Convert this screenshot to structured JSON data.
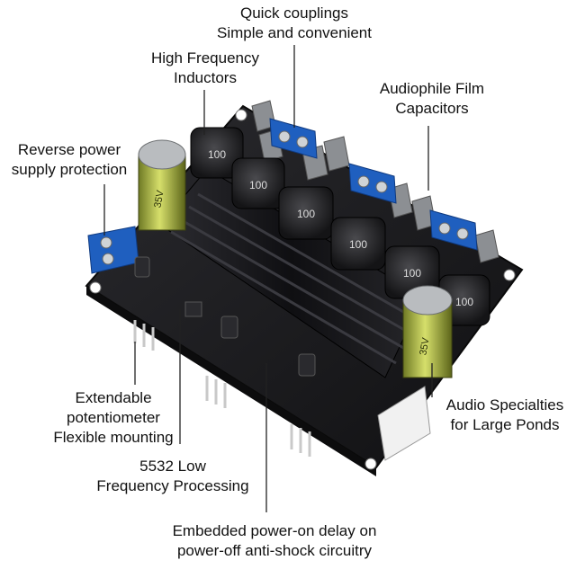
{
  "callouts": {
    "quick_couplings": {
      "line1": "Quick couplings",
      "line2": "Simple and convenient"
    },
    "inductors": {
      "line1": "High Frequency",
      "line2": "Inductors"
    },
    "film_caps": {
      "line1": "Audiophile Film",
      "line2": "Capacitors"
    },
    "reverse_power": {
      "line1": "Reverse power",
      "line2": "supply protection"
    },
    "potentiometer": {
      "line1": "Extendable",
      "line2": "potentiometer",
      "line3": "Flexible mounting"
    },
    "low_freq": {
      "line1": "5532 Low",
      "line2": "Frequency Processing"
    },
    "audio_specialties": {
      "line1": "Audio Specialties",
      "line2": "for Large Ponds"
    },
    "power_delay": {
      "line1": "Embedded power-on delay on",
      "line2": "power-off anti-shock circuitry"
    }
  },
  "board": {
    "inductor_marking": "100",
    "capacitor_marking": "35V"
  },
  "colors": {
    "pcb": "#1b1b1e",
    "heatsink": "#141416",
    "terminal": "#1f5fbf",
    "capacitor": "#b7c24a",
    "film_cap": "#8c8f93"
  }
}
